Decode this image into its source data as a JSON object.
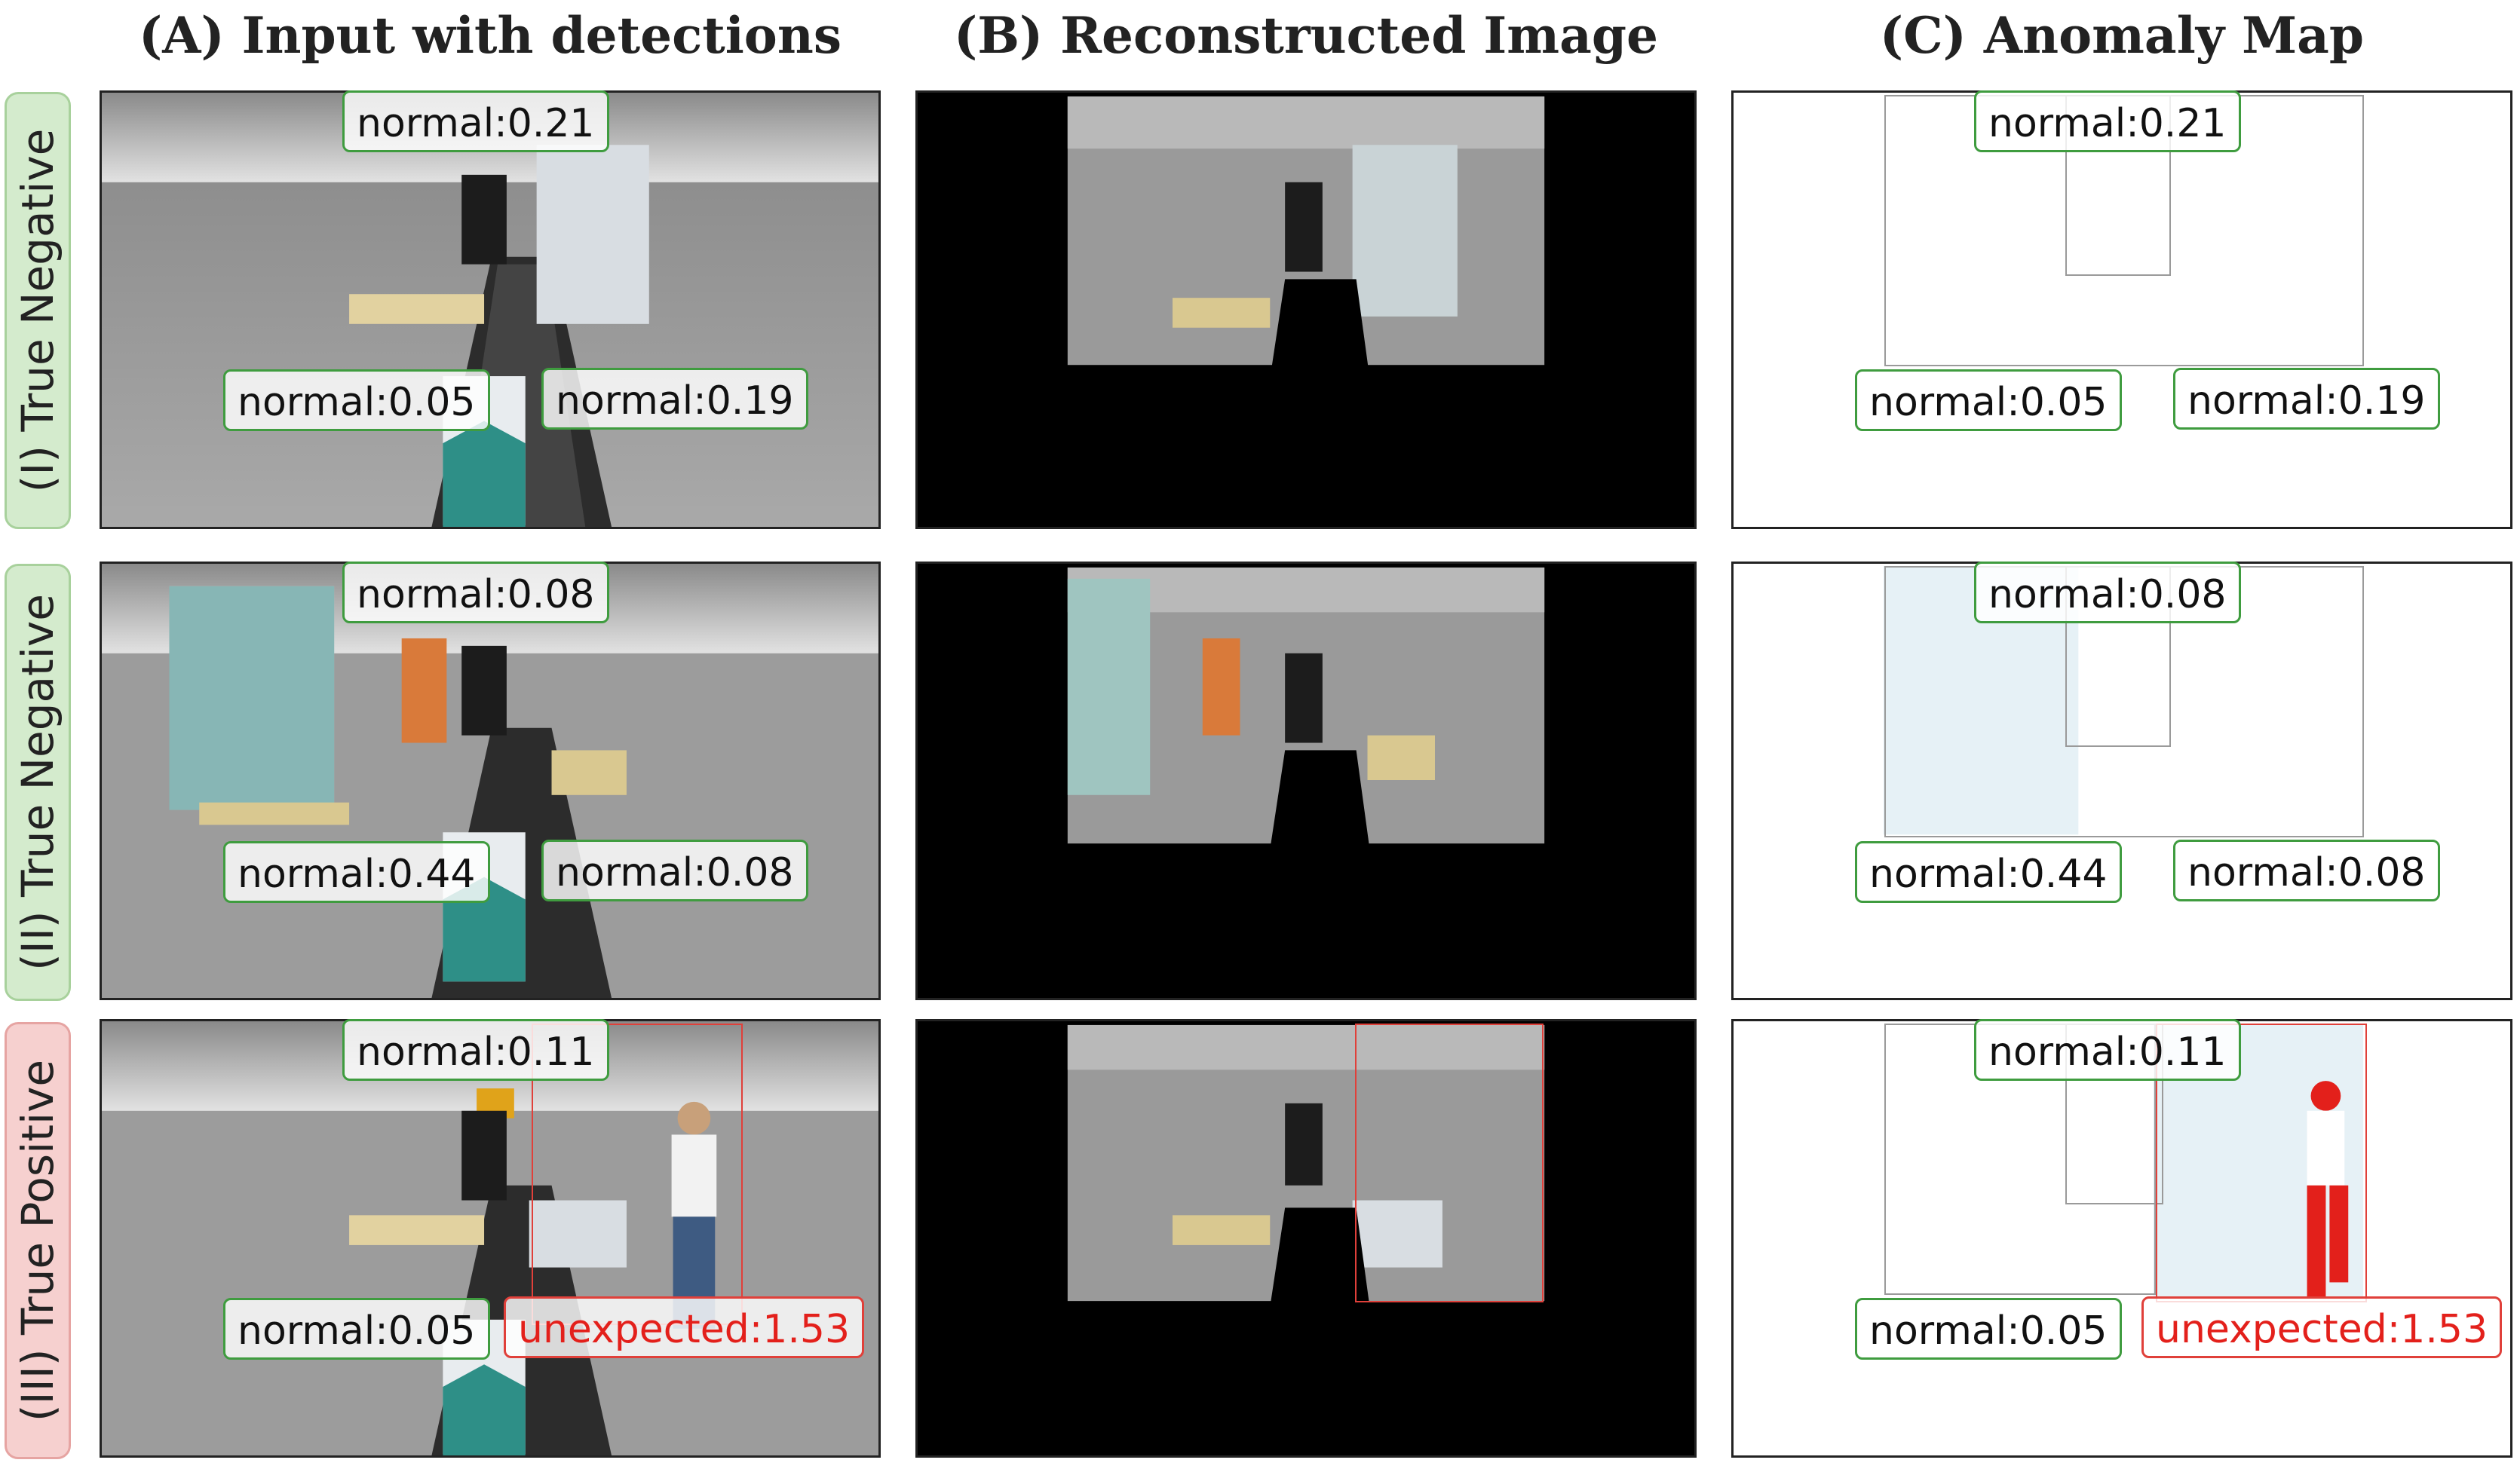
{
  "columns": [
    {
      "title": "(A) Input with detections"
    },
    {
      "title": "(B) Reconstructed Image"
    },
    {
      "title": "(C) Anomaly Map"
    }
  ],
  "rows": [
    {
      "tag": "(I) True Negative",
      "tag_color": "#d4ebcd",
      "detections": [
        {
          "label": "normal:0.21",
          "status": "normal"
        },
        {
          "label": "normal:0.05",
          "status": "normal"
        },
        {
          "label": "normal:0.19",
          "status": "normal"
        }
      ]
    },
    {
      "tag": "(II) True Negative",
      "tag_color": "#d4ebcd",
      "detections": [
        {
          "label": "normal:0.08",
          "status": "normal"
        },
        {
          "label": "normal:0.44",
          "status": "normal"
        },
        {
          "label": "normal:0.08",
          "status": "normal"
        }
      ]
    },
    {
      "tag": "(III) True Positive",
      "tag_color": "#f6d0cf",
      "detections": [
        {
          "label": "normal:0.11",
          "status": "normal"
        },
        {
          "label": "normal:0.05",
          "status": "normal"
        },
        {
          "label": "unexpected:1.53",
          "status": "unexpected"
        }
      ]
    }
  ],
  "colors": {
    "normal_border": "#3f9c3f",
    "unexpected_border": "#e0403a",
    "unexpected_text": "#e3201b"
  }
}
